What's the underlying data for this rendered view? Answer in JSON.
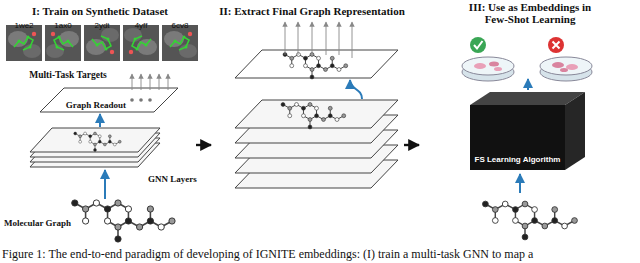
{
  "diagram": {
    "caption": "Figure 1: The end-to-end paradigm of developing of IGNITE embeddings: (I) train a multi-task GNN to map a",
    "nodes": [
      {
        "text": [
          "FS Learning Algorithm"
        ]
      }
    ],
    "labels": [
      "I: Train on Synthetic Dataset",
      "1we2",
      "1ax0",
      "2ydt",
      "4yff",
      "6cv8",
      "Multi-Task Targets",
      "Graph Readout",
      "GNN Layers",
      "Molecular Graph",
      "II: Extract Final Graph Representation",
      "III: Use as Embeddings in Few-Shot Learning"
    ]
  }
}
